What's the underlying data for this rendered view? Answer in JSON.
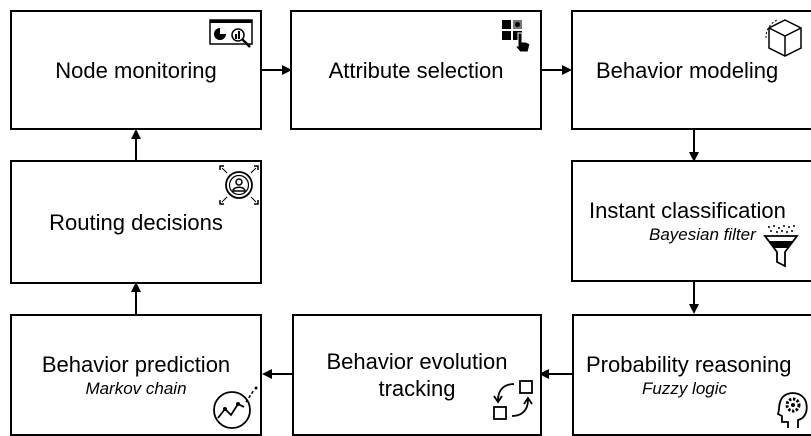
{
  "nodes": {
    "node_monitoring": {
      "title": "Node monitoring"
    },
    "attribute_selection": {
      "title": "Attribute selection"
    },
    "behavior_modeling": {
      "title": "Behavior modeling"
    },
    "instant_classification": {
      "title": "Instant classification",
      "subtitle": "Bayesian filter"
    },
    "probability_reasoning": {
      "title": "Probability reasoning",
      "subtitle": "Fuzzy logic"
    },
    "behavior_evolution": {
      "title_line1": "Behavior evolution",
      "title_line2": "tracking"
    },
    "behavior_prediction": {
      "title": "Behavior prediction",
      "subtitle": "Markov chain"
    },
    "routing_decisions": {
      "title": "Routing decisions"
    }
  },
  "icons": {
    "node_monitoring": "dashboard-icon",
    "attribute_selection": "grid-select-icon",
    "behavior_modeling": "cube-icon",
    "instant_classification": "funnel-filter-icon",
    "probability_reasoning": "head-gear-icon",
    "behavior_evolution": "cycle-transition-icon",
    "behavior_prediction": "trend-prediction-icon",
    "routing_decisions": "user-routing-icon"
  },
  "colors": {
    "stroke": "#000000",
    "background": "#ffffff"
  }
}
